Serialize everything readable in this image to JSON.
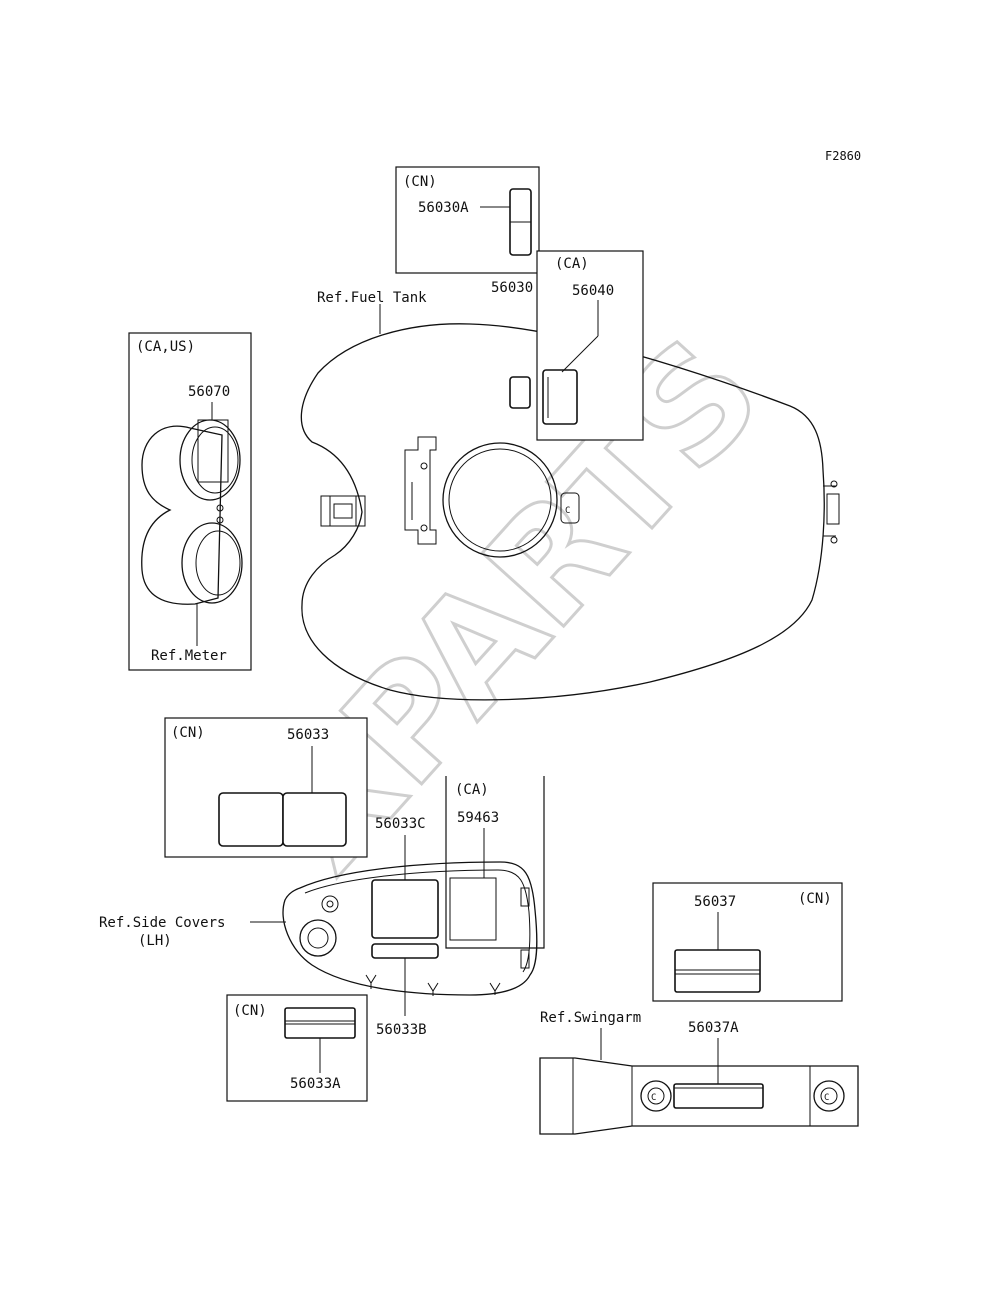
{
  "figure_code": "F2860",
  "watermark": "XPARTS",
  "groups": {
    "cn_top": "(CN)",
    "ca_top": "(CA)",
    "ca_us": "(CA,US)",
    "cn_mid": "(CN)",
    "ca_mid": "(CA)",
    "cn_right": "(CN)",
    "cn_bottom": "(CN)"
  },
  "parts": {
    "p56030A": "56030A",
    "p56030": "56030",
    "p56040": "56040",
    "p56070": "56070",
    "p56033": "56033",
    "p56033C": "56033C",
    "p59463": "59463",
    "p56033B": "56033B",
    "p56033A": "56033A",
    "p56037": "56037",
    "p56037A": "56037A"
  },
  "refs": {
    "fuel_tank": "Ref.Fuel Tank",
    "meter": "Ref.Meter",
    "side_covers_1": "Ref.Side Covers",
    "side_covers_2": "(LH)",
    "swingarm": "Ref.Swingarm"
  }
}
